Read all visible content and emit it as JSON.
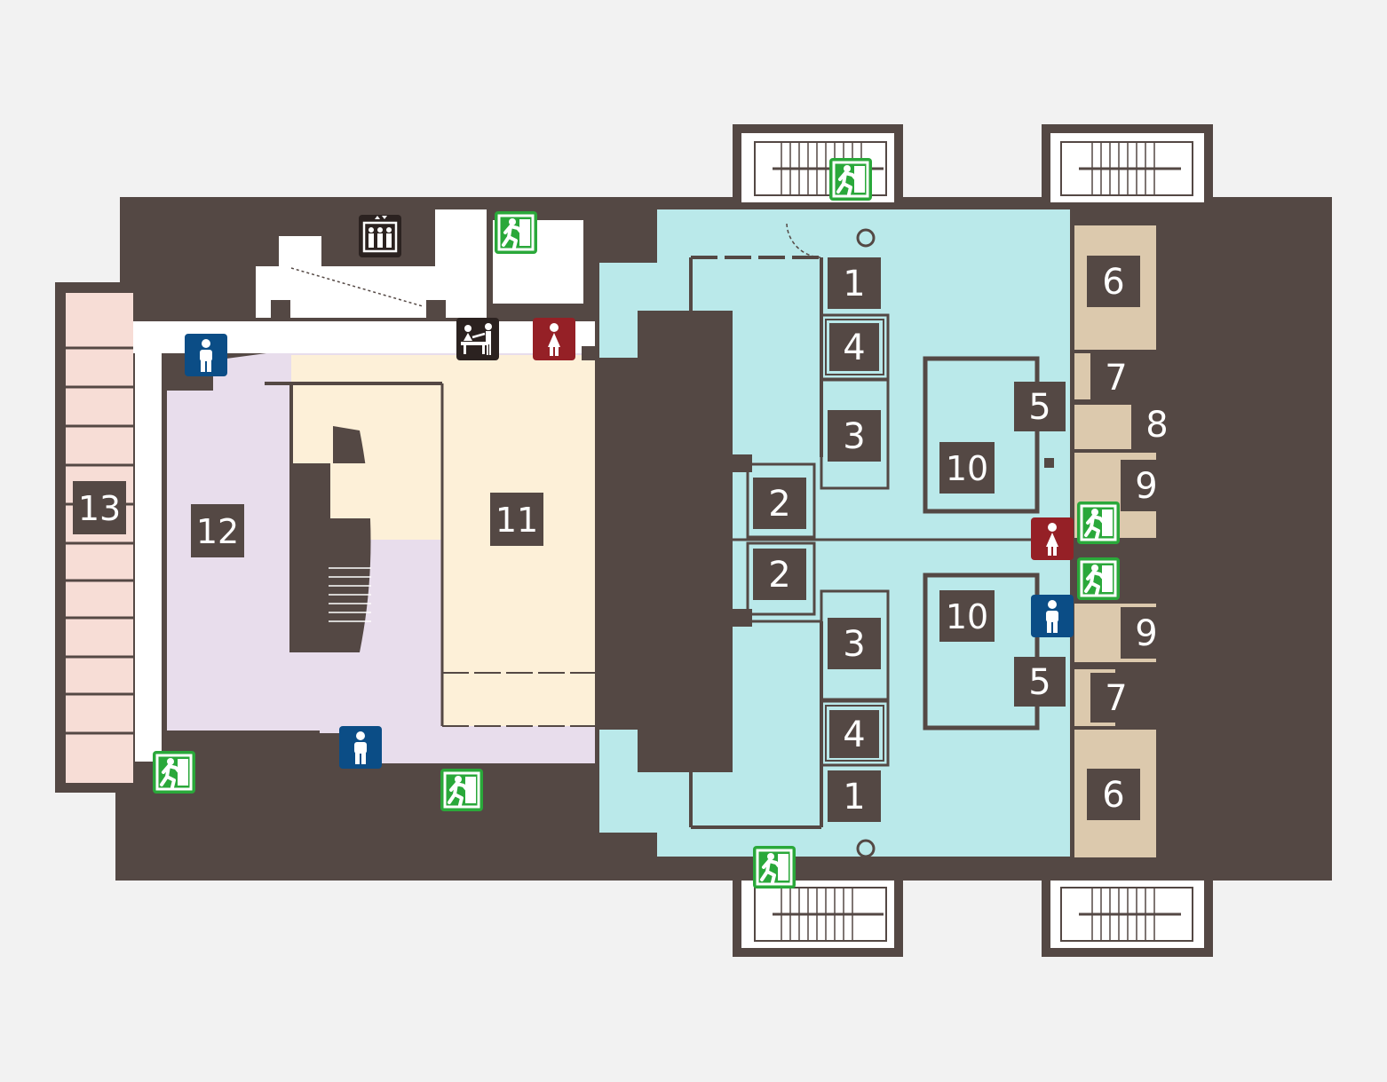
{
  "colors": {
    "background": "#f2f2f2",
    "wall": "#544844",
    "hall_cyan": "#bae9ea",
    "room_beige": "#dcc9ad",
    "room_cream": "#fdf0d8",
    "room_lavender": "#e8ddec",
    "room_pink": "#f7ddd6",
    "corridor_white": "#ffffff",
    "label_box": "#544844",
    "exit_green": "#2aa83a",
    "toilet_men_blue": "#0b4d86",
    "toilet_women_red": "#952026",
    "elevator_dark": "#2b2220",
    "info_dark": "#2b2220"
  },
  "labels": [
    {
      "id": "1-top",
      "text": "1"
    },
    {
      "id": "1-bottom",
      "text": "1"
    },
    {
      "id": "2-top",
      "text": "2"
    },
    {
      "id": "2-bottom",
      "text": "2"
    },
    {
      "id": "3-top",
      "text": "3"
    },
    {
      "id": "3-bottom",
      "text": "3"
    },
    {
      "id": "4-top",
      "text": "4"
    },
    {
      "id": "4-bottom",
      "text": "4"
    },
    {
      "id": "5-top",
      "text": "5"
    },
    {
      "id": "5-bottom",
      "text": "5"
    },
    {
      "id": "6-top",
      "text": "6"
    },
    {
      "id": "6-bottom",
      "text": "6"
    },
    {
      "id": "7-top",
      "text": "7"
    },
    {
      "id": "7-bottom",
      "text": "7"
    },
    {
      "id": "8",
      "text": "8"
    },
    {
      "id": "9-top",
      "text": "9"
    },
    {
      "id": "9-bottom",
      "text": "9"
    },
    {
      "id": "10-top",
      "text": "10"
    },
    {
      "id": "10-bottom",
      "text": "10"
    },
    {
      "id": "11",
      "text": "11"
    },
    {
      "id": "12",
      "text": "12"
    },
    {
      "id": "13",
      "text": "13"
    }
  ],
  "icons": [
    {
      "id": "exit-1",
      "type": "emergency-exit-icon"
    },
    {
      "id": "exit-2",
      "type": "emergency-exit-icon"
    },
    {
      "id": "exit-3",
      "type": "emergency-exit-icon"
    },
    {
      "id": "exit-4",
      "type": "emergency-exit-icon"
    },
    {
      "id": "exit-5",
      "type": "emergency-exit-icon"
    },
    {
      "id": "exit-6",
      "type": "emergency-exit-icon"
    },
    {
      "id": "exit-7",
      "type": "emergency-exit-icon"
    },
    {
      "id": "men-1",
      "type": "mens-toilet-icon"
    },
    {
      "id": "men-2",
      "type": "mens-toilet-icon"
    },
    {
      "id": "men-3",
      "type": "mens-toilet-icon"
    },
    {
      "id": "women-1",
      "type": "womens-toilet-icon"
    },
    {
      "id": "women-2",
      "type": "womens-toilet-icon"
    },
    {
      "id": "elevator",
      "type": "elevator-icon"
    },
    {
      "id": "info",
      "type": "information-desk-icon"
    }
  ]
}
